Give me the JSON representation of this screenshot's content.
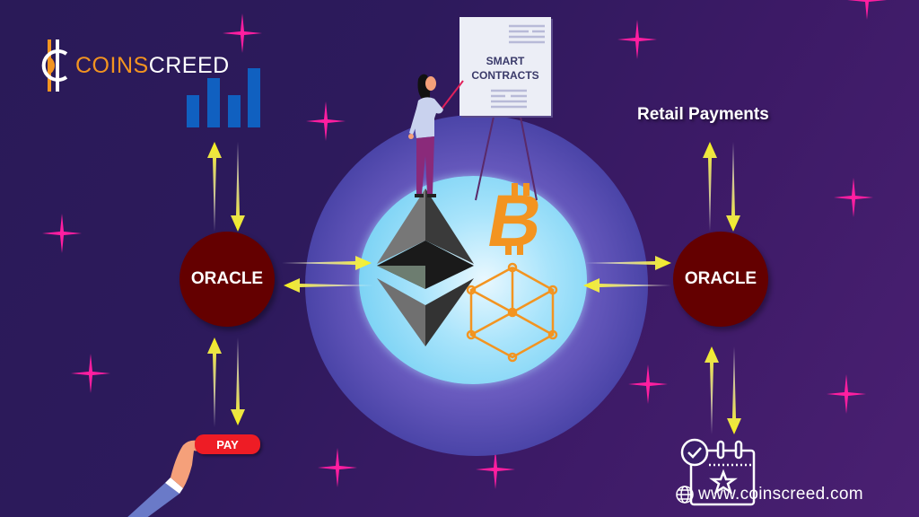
{
  "brand": {
    "logo_part1": "COINS",
    "logo_part2": "CREED",
    "logo_icon": "cent-currency-icon",
    "website": "www.coinscreed.com"
  },
  "diagram": {
    "title_board": {
      "line1": "SMART",
      "line2": "CONTRACTS"
    },
    "left_oracle": {
      "label": "ORACLE"
    },
    "right_oracle": {
      "label": "ORACLE"
    },
    "top_right_label": "Retail Payments",
    "pay_button": "PAY",
    "center_icons": [
      "ethereum-icon",
      "bitcoin-icon",
      "blockchain-cube-icon",
      "globe-icon"
    ],
    "top_left_icon": "bar-chart-icon",
    "bottom_right_icon": "calendar-star-check-icon",
    "flows": [
      {
        "from": "left-oracle",
        "to": "bar-chart",
        "direction": "bidirectional"
      },
      {
        "from": "left-oracle",
        "to": "pay-button",
        "direction": "bidirectional"
      },
      {
        "from": "left-oracle",
        "to": "blockchain-globe",
        "direction": "bidirectional"
      },
      {
        "from": "right-oracle",
        "to": "blockchain-globe",
        "direction": "bidirectional"
      },
      {
        "from": "right-oracle",
        "to": "retail-payments",
        "direction": "bidirectional"
      },
      {
        "from": "right-oracle",
        "to": "calendar",
        "direction": "bidirectional"
      }
    ]
  },
  "colors": {
    "background": "#2d1a5c",
    "oracle": "#640000",
    "arrow": "#f7f01e",
    "sparkle": "#ff1ea0",
    "accent_orange": "#f39420",
    "chart_blue": "#1060c0",
    "pay_red": "#ee1c25"
  }
}
